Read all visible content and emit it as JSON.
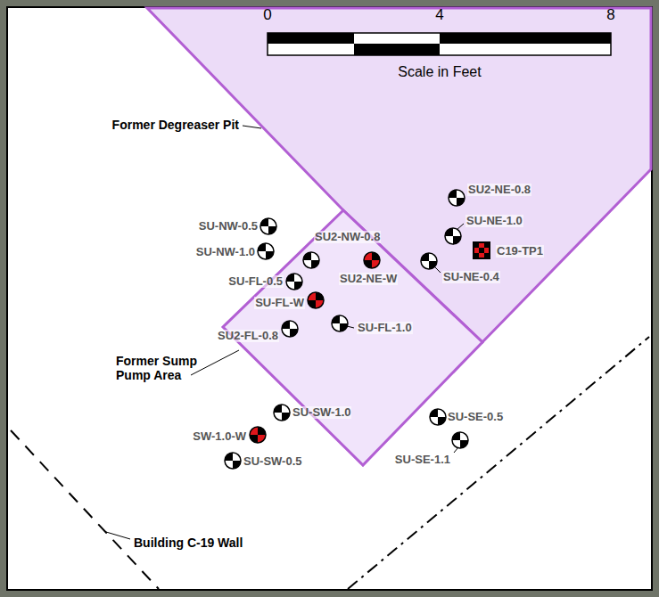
{
  "diagram": {
    "labels": [
      "0",
      "4",
      "8",
      "Scale in Feet",
      "Former Degreaser Pit",
      "SU2-NE-0.8",
      "SU-NW-0.5",
      "SU-NE-1.0",
      "SU-NW-1.0",
      "SU2-NW-0.8",
      "C19-TP1",
      "SU-FL-0.5",
      "SU2-NE-W",
      "SU-NE-0.4",
      "SU-FL-W",
      "SU2-FL-0.8",
      "SU-FL-1.0",
      "Former Sump Pump Area",
      "SU-SW-1.0",
      "SU-SE-0.5",
      "SW-1.0-W",
      "SU-SE-1.1",
      "SU-SW-0.5",
      "Building C-19 Wall"
    ]
  }
}
